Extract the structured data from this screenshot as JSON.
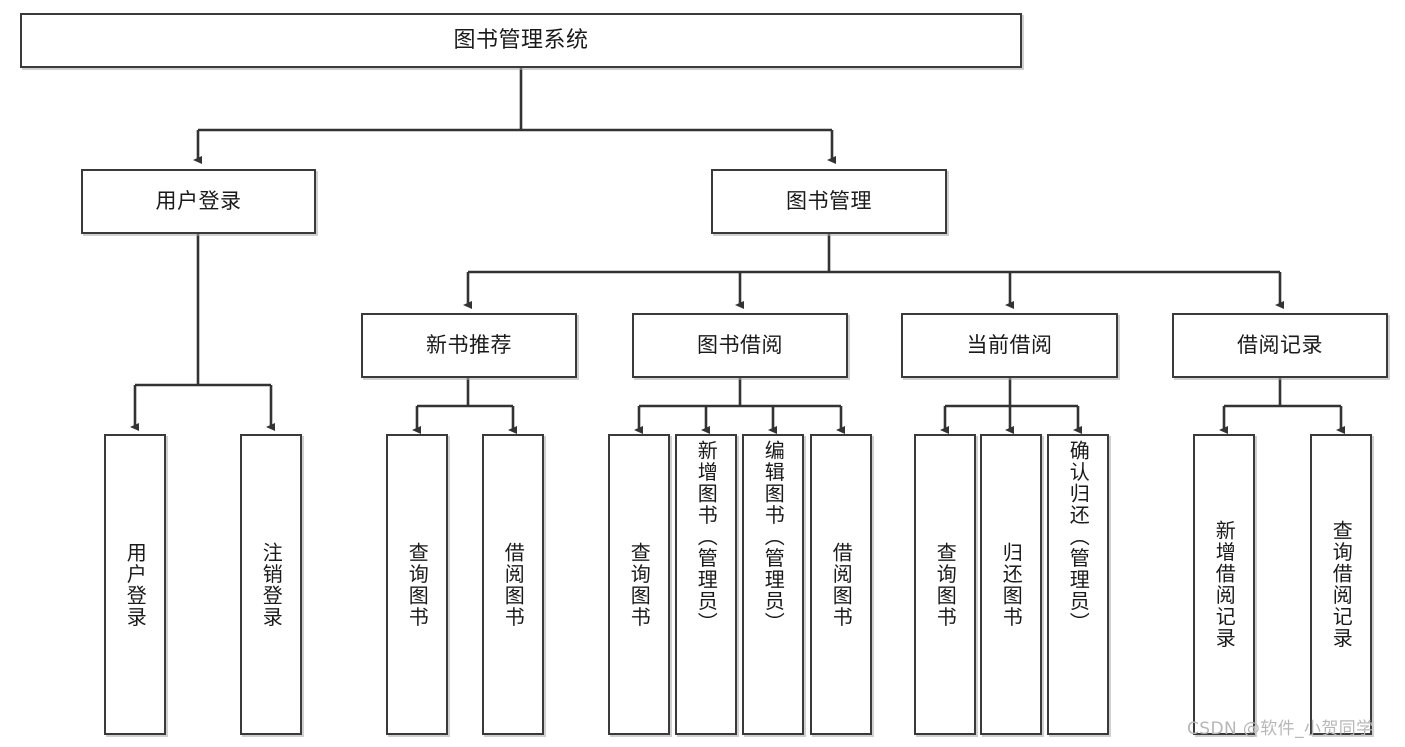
{
  "diagram": {
    "type": "tree",
    "title": "图书管理系统",
    "orientation": "top-down",
    "colors": {
      "box_border": "#3a3a3a",
      "box_fill": "#ffffff",
      "edge": "#333333",
      "text": "#1a1a1a",
      "watermark": "#b7b7b7",
      "background": "#ffffff"
    },
    "levels": {
      "level1": [
        "图书管理系统"
      ],
      "level2": [
        "用户登录",
        "图书管理"
      ],
      "level3": [
        "新书推荐",
        "图书借阅",
        "当前借阅",
        "借阅记录"
      ],
      "level4": [
        "用户登录",
        "注销登录",
        "查询图书",
        "借阅图书",
        "查询图书",
        "新增图书（管理员）",
        "编辑图书（管理员）",
        "借阅图书",
        "查询图书",
        "归还图书",
        "确认归还（管理员）",
        "新增借阅记录",
        "查询借阅记录"
      ]
    }
  },
  "root": {
    "label": "图书管理系统"
  },
  "branches": {
    "user_login": {
      "label": "用户登录",
      "children": [
        {
          "label": "用户登录"
        },
        {
          "label": "注销登录"
        }
      ]
    },
    "book_management": {
      "label": "图书管理",
      "groups": [
        {
          "label": "新书推荐",
          "children": [
            {
              "label": "查询图书"
            },
            {
              "label": "借阅图书"
            }
          ]
        },
        {
          "label": "图书借阅",
          "children": [
            {
              "label": "查询图书"
            },
            {
              "label": "新增图书（管理员）"
            },
            {
              "label": "编辑图书（管理员）"
            },
            {
              "label": "借阅图书"
            }
          ]
        },
        {
          "label": "当前借阅",
          "children": [
            {
              "label": "查询图书"
            },
            {
              "label": "归还图书"
            },
            {
              "label": "确认归还（管理员）"
            }
          ]
        },
        {
          "label": "借阅记录",
          "children": [
            {
              "label": "新增借阅记录"
            },
            {
              "label": "查询借阅记录"
            }
          ]
        }
      ]
    }
  },
  "watermark": {
    "text": "CSDN @软件_小贺同学"
  }
}
